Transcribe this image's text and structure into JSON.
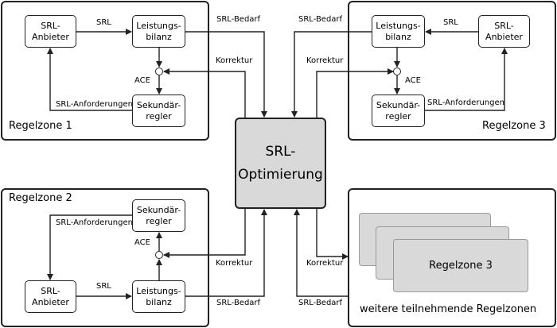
{
  "central": {
    "label": "SRL-\nOptimierung"
  },
  "zone1": {
    "name": "Regelzone 1",
    "anbieter": "SRL-\nAnbieter",
    "bilanz": "Leistungs-\nbilanz",
    "regler": "Sekundär-\nregler",
    "srl": "SRL",
    "ace": "ACE",
    "anforderungen": "SRL-Anforderungen",
    "bedarf": "SRL-Bedarf",
    "korrektur": "Korrektur"
  },
  "zone2": {
    "name": "Regelzone 2",
    "anbieter": "SRL-\nAnbieter",
    "bilanz": "Leistungs-\nbilanz",
    "regler": "Sekundär-\nregler",
    "srl": "SRL",
    "ace": "ACE",
    "anforderungen": "SRL-Anforderungen",
    "bedarf": "SRL-Bedarf",
    "korrektur": "Korrektur"
  },
  "zone3": {
    "name": "Regelzone 3",
    "anbieter": "SRL-\nAnbieter",
    "bilanz": "Leistungs-\nbilanz",
    "regler": "Sekundär-\nregler",
    "srl": "SRL",
    "ace": "ACE",
    "anforderungen": "SRL-Anforderungen",
    "bedarf": "SRL-Bedarf",
    "korrektur": "Korrektur"
  },
  "others": {
    "front_label": "Regelzone 3",
    "caption": "weitere teilnehmende Regelzonen",
    "bedarf": "SRL-Bedarf",
    "korrektur": "Korrektur"
  }
}
